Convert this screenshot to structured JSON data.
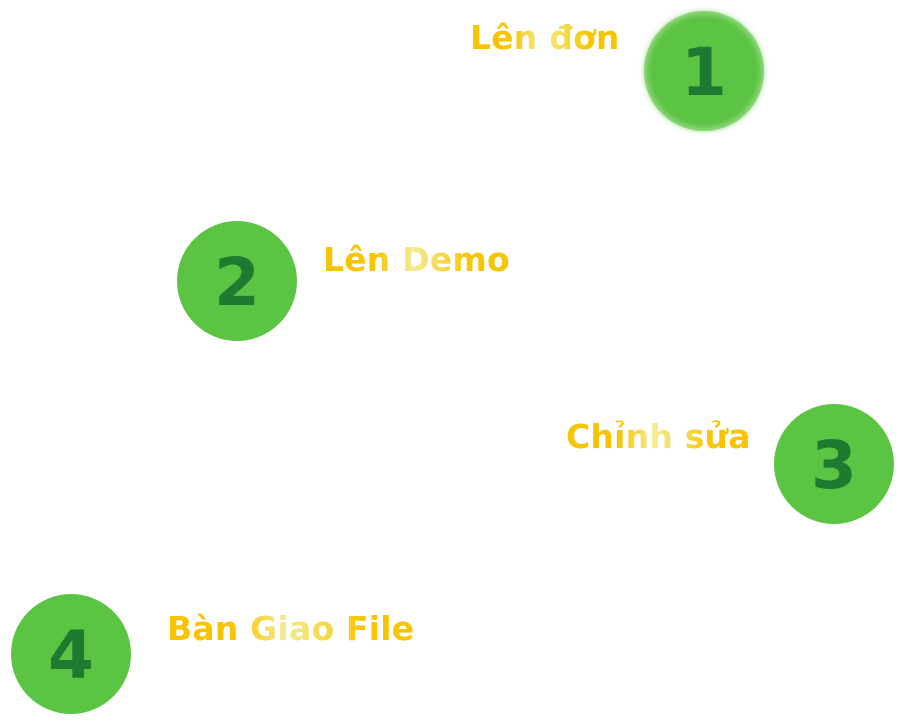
{
  "colors": {
    "circle_fill": "#5cc443",
    "number_color": "#1e7a30",
    "label_gold": "#f8c400",
    "label_highlight": "#f3ec92"
  },
  "steps": [
    {
      "number": "1",
      "label": "Lên đơn"
    },
    {
      "number": "2",
      "label": "Lên Demo"
    },
    {
      "number": "3",
      "label": "Chỉnh sửa"
    },
    {
      "number": "4",
      "label": "Bàn Giao File"
    }
  ]
}
